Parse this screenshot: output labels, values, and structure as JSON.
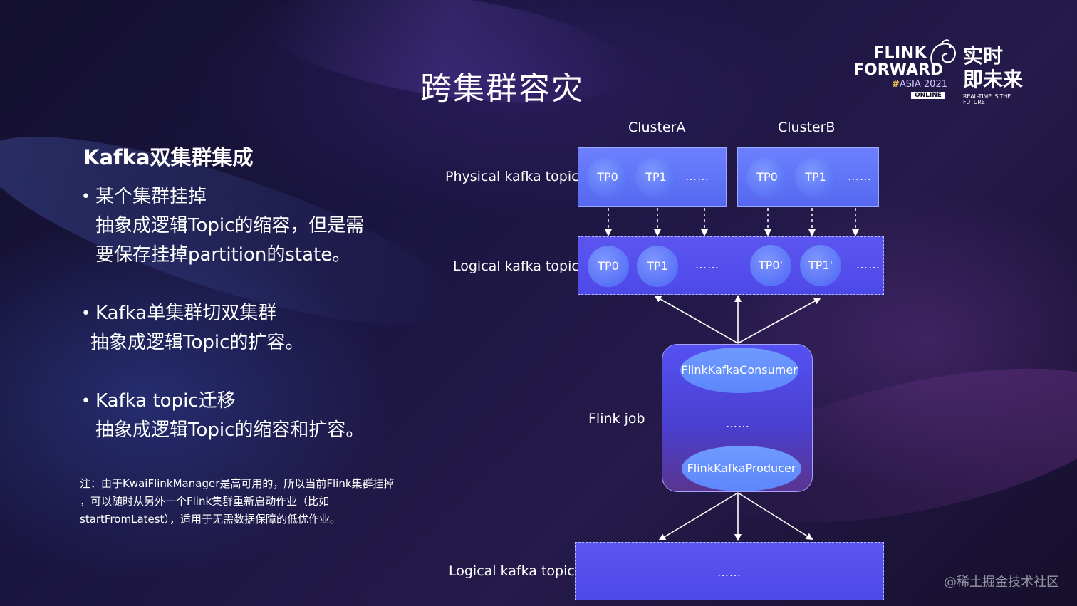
{
  "slide": {
    "title": "跨集群容灾",
    "heading": "Kafka双集群集成",
    "bullets": [
      {
        "lines": [
          "某个集群挂掉",
          "抽象成逻辑Topic的缩容，但是需",
          "要保存挂掉partition的state。"
        ]
      },
      {
        "lines": [
          "Kafka单集群切双集群",
          "抽象成逻辑Topic的扩容。"
        ]
      },
      {
        "lines": [
          "Kafka topic迁移",
          "抽象成逻辑Topic的缩容和扩容。"
        ]
      }
    ],
    "note_lines": [
      "注：由于KwaiFlinkManager是高可用的，所以当前Flink集群挂掉",
      "，可以随时从另外一个Flink集群重新启动作业（比如",
      "startFromLatest），适用于无需数据保障的低优作业。"
    ],
    "watermark": "@稀土掘金技术社区"
  },
  "logo": {
    "line1": "FLINK",
    "line2": "FORWARD",
    "hash": "#",
    "event": "ASIA 2021",
    "online": "ONLINE",
    "cn_line1": "实时",
    "cn_line2": "即未来",
    "tagline": "REAL-TIME IS THE FUTURE"
  },
  "diagram": {
    "cluster_a": "ClusterA",
    "cluster_b": "ClusterB",
    "physical_label": "Physical kafka topic",
    "logical_label_top": "Logical kafka topic",
    "logical_label_bottom": "Logical kafka topic",
    "flink_job_label": "Flink job",
    "phys_a": [
      "TP0",
      "TP1",
      "……"
    ],
    "phys_b": [
      "TP0",
      "TP1",
      "……"
    ],
    "logical_a": [
      "TP0",
      "TP1",
      "……"
    ],
    "logical_b": [
      "TP0'",
      "TP1'",
      "……"
    ],
    "consumer": "FlinkKafkaConsumer",
    "middle_dots": "……",
    "producer": "FlinkKafkaProducer",
    "bottom_dots": "……"
  },
  "colors": {
    "box_fill": "#5c55f0",
    "circle_fill": "#5a73f6",
    "ellipse_fill": "#6a94ff",
    "text": "#ffffff"
  }
}
